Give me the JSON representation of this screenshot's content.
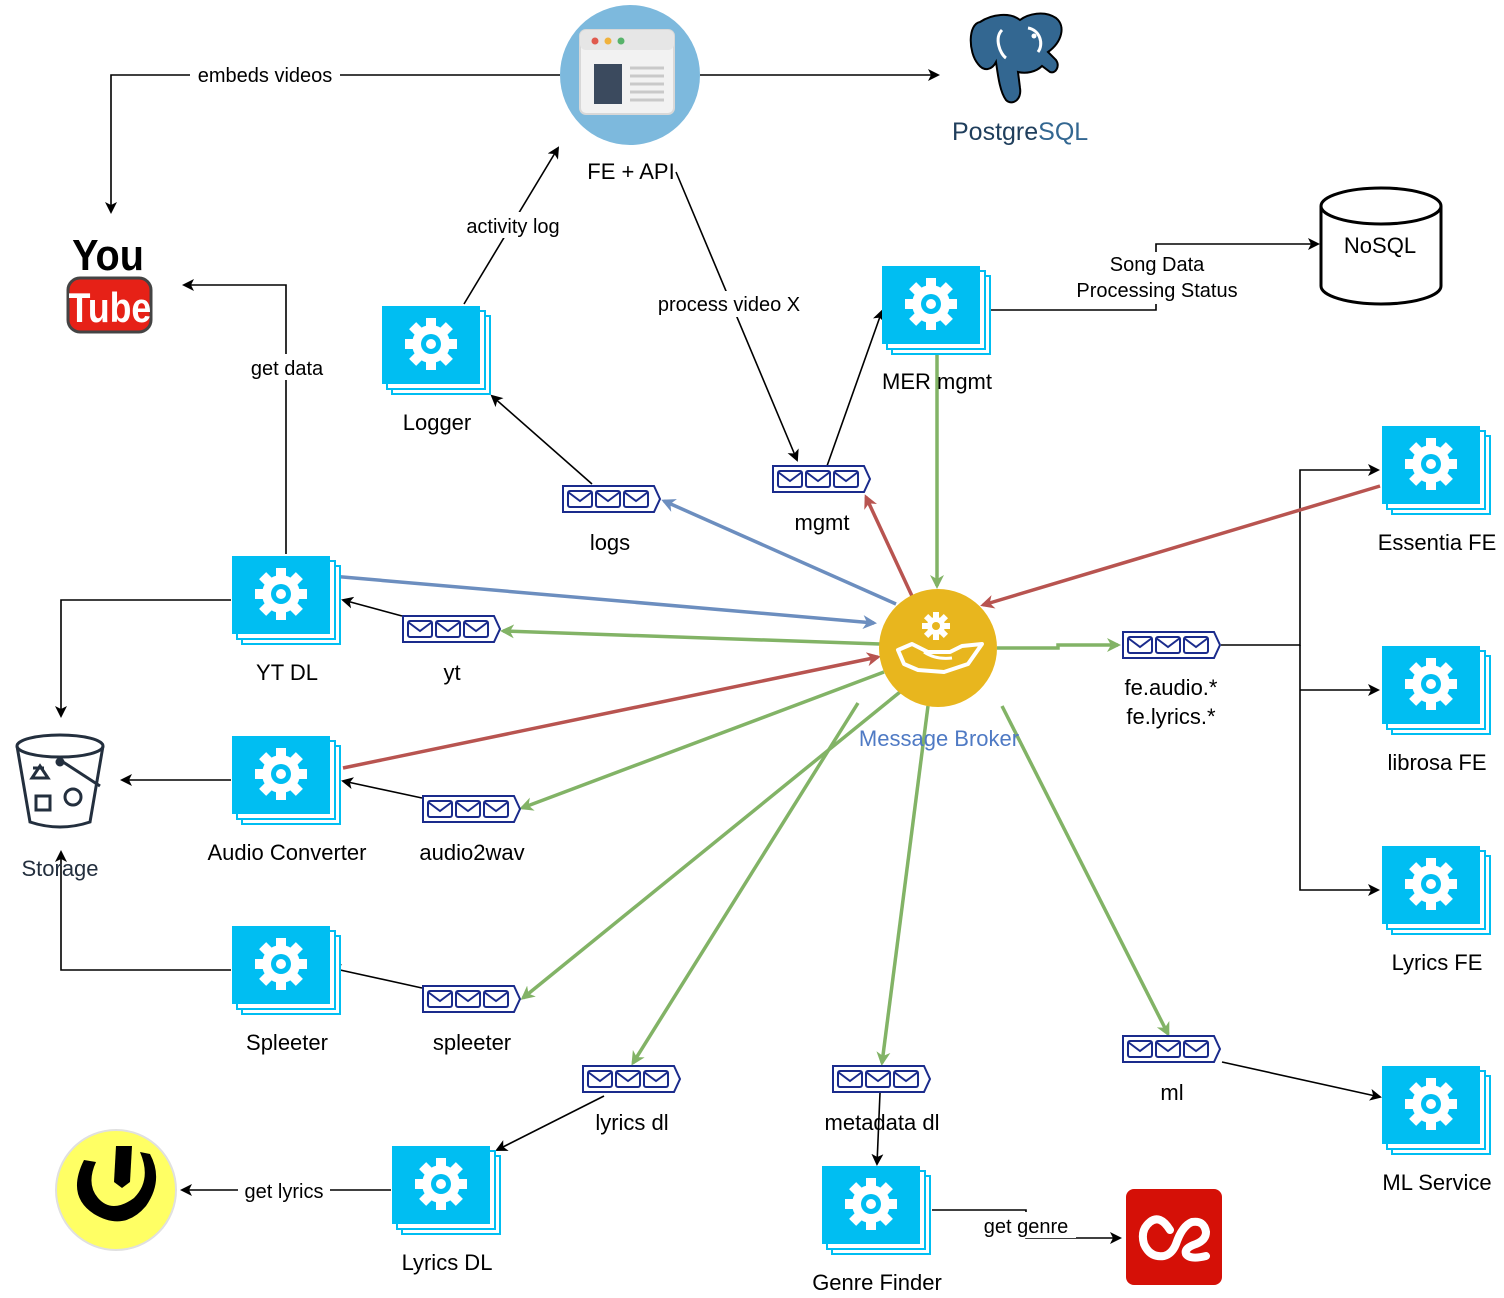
{
  "colors": {
    "service": "#00BEF2",
    "service_shadow": "#1BA1E2",
    "queue": "#1A2B8C",
    "broker": "#E8B61E",
    "green_edge": "#82B366",
    "red_edge": "#B85450",
    "blue_edge": "#6C8EBF",
    "broker_label": "#4F7AC4",
    "storage_label": "#232F3E",
    "postgres_blue": "#336791",
    "lastfm_red": "#D51007",
    "youtube_red": "#E62117",
    "genius_yellow": "#FFFF64"
  },
  "nodes": {
    "fe_api": "FE + API",
    "postgres_a": "Postgre",
    "postgres_b": "SQL",
    "nosql": "NoSQL",
    "youtube_top": "You",
    "youtube_bottom": "Tube",
    "storage": "Storage",
    "broker": "Message Broker",
    "lastfm": "lastfm-icon",
    "genius": "genius-icon"
  },
  "services": {
    "logger": "Logger",
    "mer_mgmt": "MER mgmt",
    "yt_dl": "YT DL",
    "audio_converter": "Audio Converter",
    "spleeter": "Spleeter",
    "lyrics_dl": "Lyrics DL",
    "genre_finder": "Genre Finder",
    "essentia_fe": "Essentia FE",
    "librosa_fe": "librosa FE",
    "lyrics_fe": "Lyrics FE",
    "ml_service": "ML Service"
  },
  "queues": {
    "logs": "logs",
    "mgmt": "mgmt",
    "yt": "yt",
    "audio2wav": "audio2wav",
    "spleeter": "spleeter",
    "lyrics_dl": "lyrics dl",
    "metadata_dl": "metadata dl",
    "ml": "ml",
    "fe_line1": "fe.audio.*",
    "fe_line2": "fe.lyrics.*"
  },
  "edge_labels": {
    "embeds_videos": "embeds videos",
    "activity_log": "activity log",
    "process_video": "process video X",
    "song_data": "Song Data",
    "processing_status": "Processing Status",
    "get_data": "get data",
    "get_lyrics": "get lyrics",
    "get_genre": "get genre"
  },
  "icons": {
    "service": "gear-icon",
    "queue": "envelope-queue-icon",
    "broker": "hand-gear-icon",
    "fe_api": "browser-window-icon",
    "postgres": "elephant-icon",
    "storage": "bucket-icon"
  }
}
